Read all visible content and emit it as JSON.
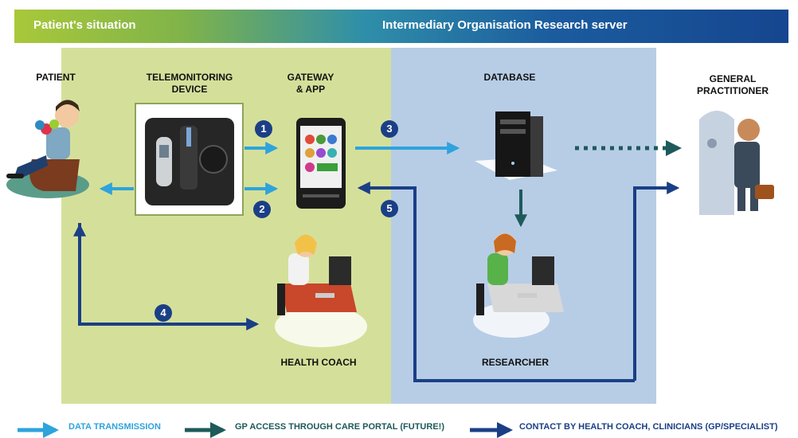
{
  "header": {
    "left_title": "Patient's situation",
    "right_title": "Intermediary Organisation Research server"
  },
  "labels": {
    "patient": "PATIENT",
    "device": "TELEMONITORING\nDEVICE",
    "gateway": "GATEWAY\n& APP",
    "database": "DATABASE",
    "gp": "GENERAL\nPRACTITIONER",
    "health_coach": "HEALTH COACH",
    "researcher": "RESEARCHER"
  },
  "steps": [
    "1",
    "2",
    "3",
    "4",
    "5"
  ],
  "legend": {
    "data": "DATA TRANSMISSION",
    "portal": "GP ACCESS THROUGH CARE PORTAL (FUTURE!)",
    "contact": "CONTACT BY HEALTH COACH, CLINICIANS (GP/SPECIALIST)"
  },
  "colors": {
    "data_transmission": "#2ea3dc",
    "care_portal": "#1e5a5a",
    "contact": "#1b3f86",
    "patient_zone": "#d4e09a",
    "server_zone": "#b7cde6"
  }
}
